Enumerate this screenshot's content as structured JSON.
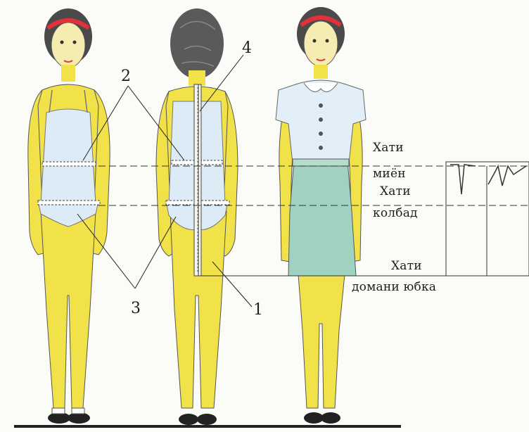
{
  "numbers": {
    "n1": "1",
    "n2": "2",
    "n3": "3",
    "n4": "4"
  },
  "line_labels": {
    "waist_1": "Хати",
    "waist_2": "миён",
    "hip_1": "Хати",
    "hip_2": "колбад",
    "hem_1": "Хати",
    "hem_2": "домани юбка"
  },
  "colors": {
    "skin": "#f2e24a",
    "skin_shadow": "#d9c52a",
    "underwear": "#dcebf5",
    "blouse": "#e3eff8",
    "skirt": "#9fd2c0",
    "hair": "#4a4a4a",
    "hairband": "#e3313a",
    "line": "#333333"
  }
}
